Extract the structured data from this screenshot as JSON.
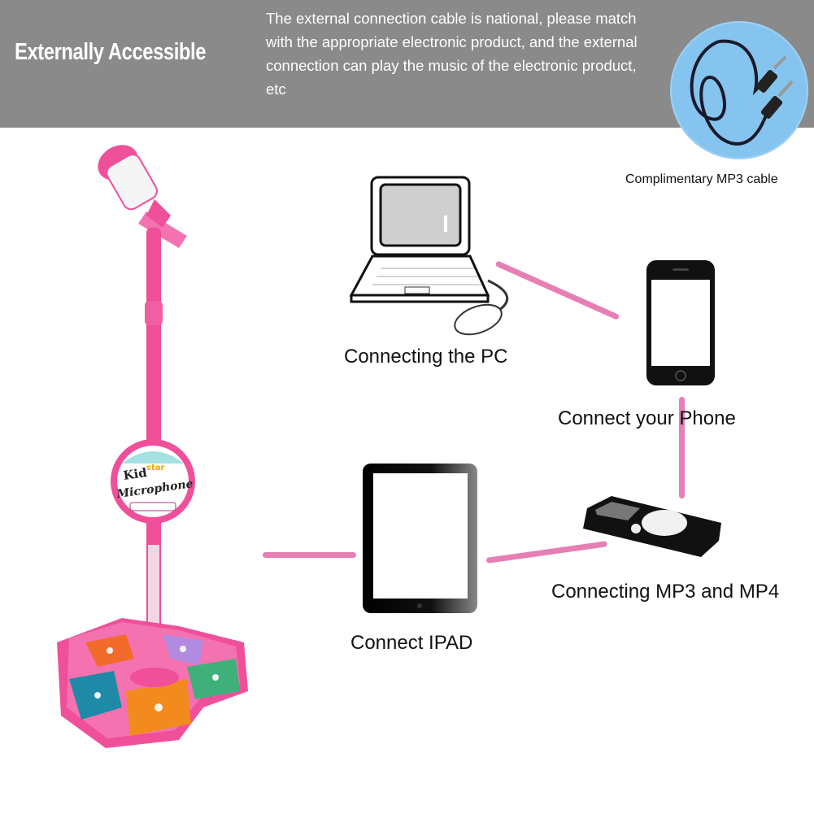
{
  "header": {
    "title": "Externally Accessible",
    "description": "The external connection cable is national, please match with the appropriate electronic product, and the external connection can play the music of the electronic product, etc",
    "background_color": "#8a8a8a"
  },
  "cable": {
    "label": "Complimentary MP3 cable",
    "circle_color": "#86c4f0"
  },
  "product": {
    "name": "Kid star Microphone",
    "badge_line1": "Kid",
    "badge_line2": "star",
    "badge_line3": "Microphone",
    "color": "#f04f9a"
  },
  "devices": [
    {
      "id": "pc",
      "label": "Connecting the PC",
      "icon": "laptop-icon"
    },
    {
      "id": "phone",
      "label": "Connect your Phone",
      "icon": "smartphone-icon"
    },
    {
      "id": "mp3",
      "label": "Connecting MP3 and MP4",
      "icon": "mp3-player-icon"
    },
    {
      "id": "ipad",
      "label": "Connect IPAD",
      "icon": "tablet-icon"
    }
  ],
  "connector_color": "#e67fb4"
}
